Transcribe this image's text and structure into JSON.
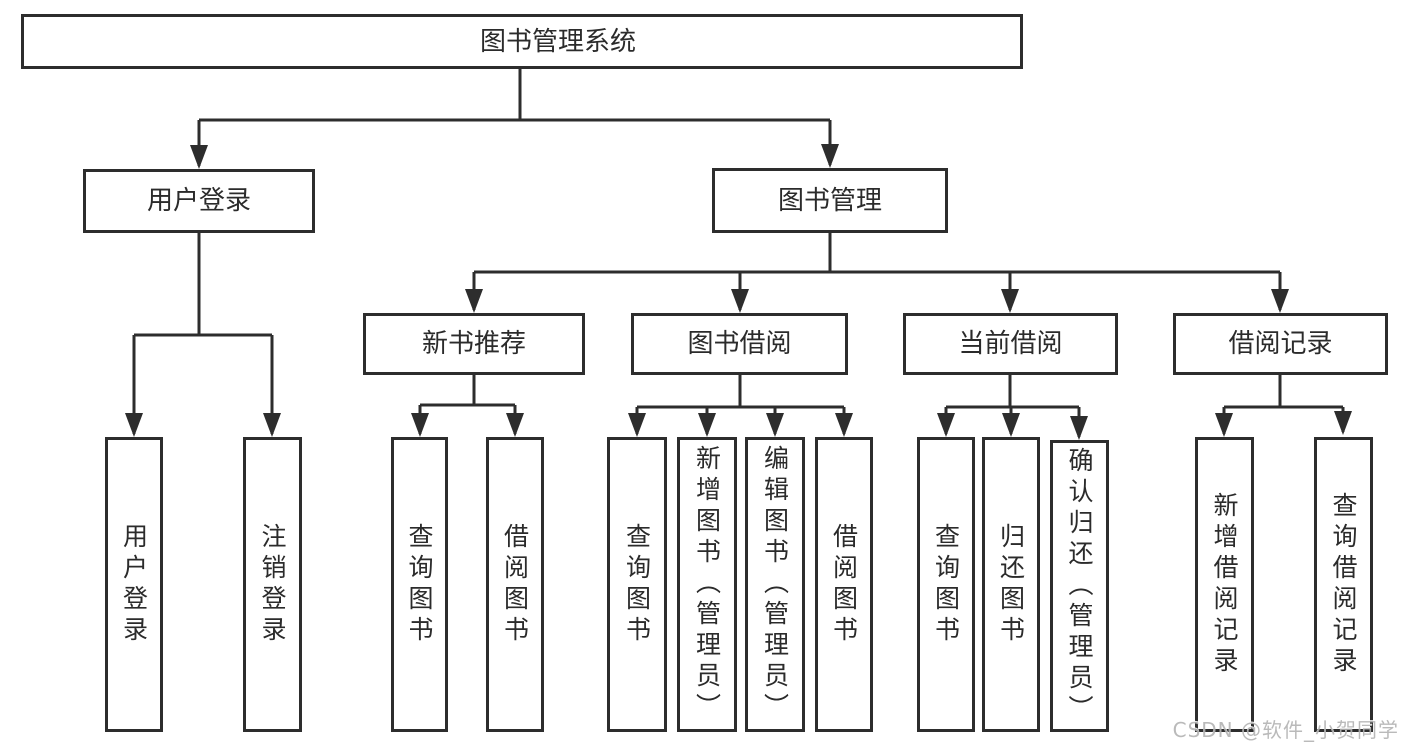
{
  "diagram_title": "图书管理系统",
  "watermark": "CSDN @软件_小贺同学",
  "colors": {
    "line": "#2d2d2d",
    "border": "#2d2d2d",
    "text": "#2b2b2b",
    "watermark": "#b3b3b3",
    "background": "#ffffff"
  },
  "nodes": {
    "root": "图书管理系统",
    "branches": [
      {
        "label": "用户登录",
        "children": [
          "用户登录",
          "注销登录"
        ]
      },
      {
        "label": "图书管理",
        "children": [
          {
            "label": "新书推荐",
            "children": [
              "查询图书",
              "借阅图书"
            ]
          },
          {
            "label": "图书借阅",
            "children": [
              "查询图书",
              "新增图书（管理员）",
              "编辑图书（管理员）",
              "借阅图书"
            ]
          },
          {
            "label": "当前借阅",
            "children": [
              "查询图书",
              "归还图书",
              "确认归还（管理员）"
            ]
          },
          {
            "label": "借阅记录",
            "children": [
              "新增借阅记录",
              "查询借阅记录"
            ]
          }
        ]
      }
    ]
  }
}
